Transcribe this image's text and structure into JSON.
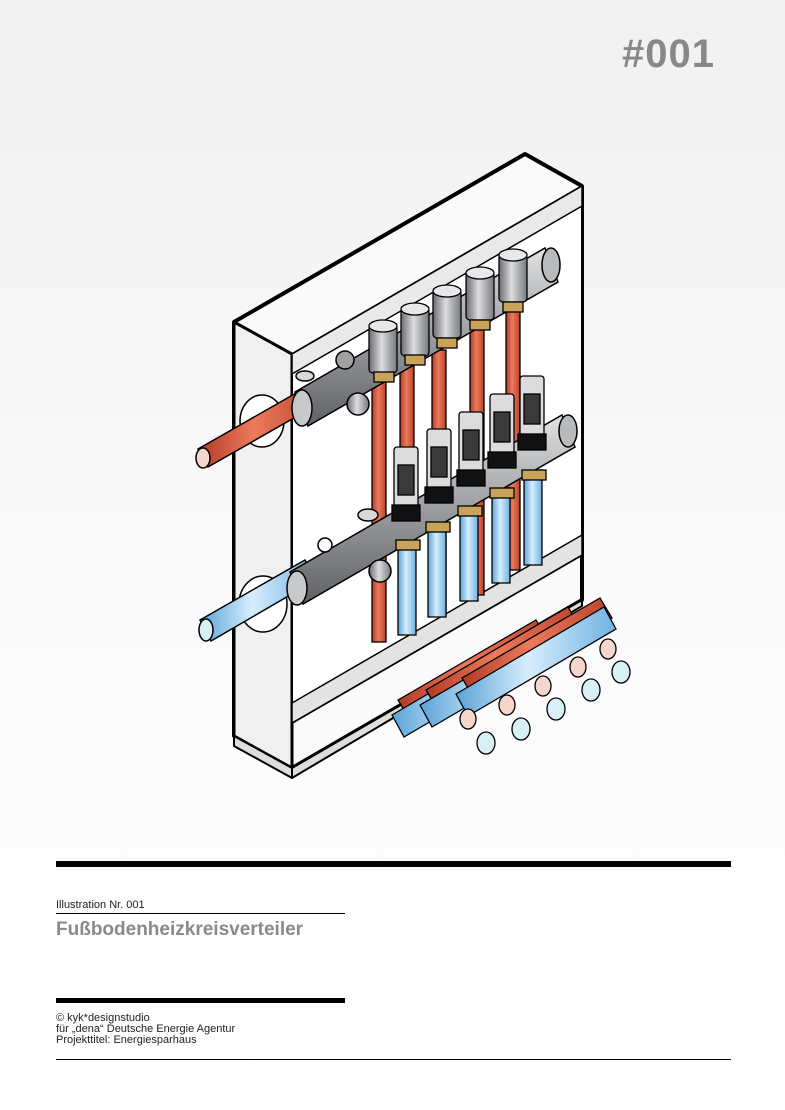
{
  "header": {
    "number": "#001"
  },
  "illustration": {
    "icon": "floor-heating-manifold-icon",
    "colors": {
      "supply": "#d9573f",
      "return": "#8cc7ee",
      "metal": "#8d8f92",
      "outline": "#000000"
    }
  },
  "caption": {
    "label": "Illustration Nr. 001",
    "title": "Fußbodenheizkreisverteiler"
  },
  "credits": {
    "line1": "© kyk*designstudio",
    "line2": "für „dena“ Deutsche Energie Agentur",
    "line3": "Projekttitel: Energiesparhaus"
  }
}
